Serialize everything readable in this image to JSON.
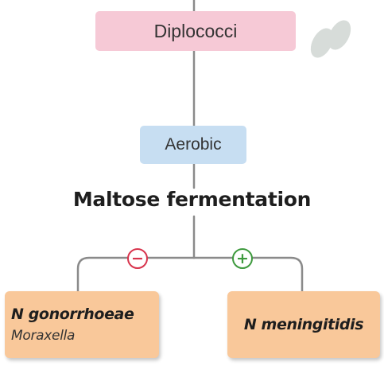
{
  "nodes": {
    "shape": "Diplococci",
    "growth": "Aerobic",
    "test": "Maltose fermentation",
    "negative_result": {
      "organism": "N gonorrhoeae",
      "other": "Moraxella"
    },
    "positive_result": {
      "organism": "N meningitidis"
    }
  },
  "signs": {
    "negative": "−",
    "positive": "+"
  },
  "colors": {
    "shape_box": "#f6c9d6",
    "growth_box": "#c7def2",
    "result_box": "#f9c89a",
    "connector": "#8a8a8a",
    "negative_sign": "#d8344d",
    "positive_sign": "#3e9a3e",
    "cocci_fill": "#d7dcd9"
  },
  "icons": {
    "cocci": "diplococci-icon"
  }
}
